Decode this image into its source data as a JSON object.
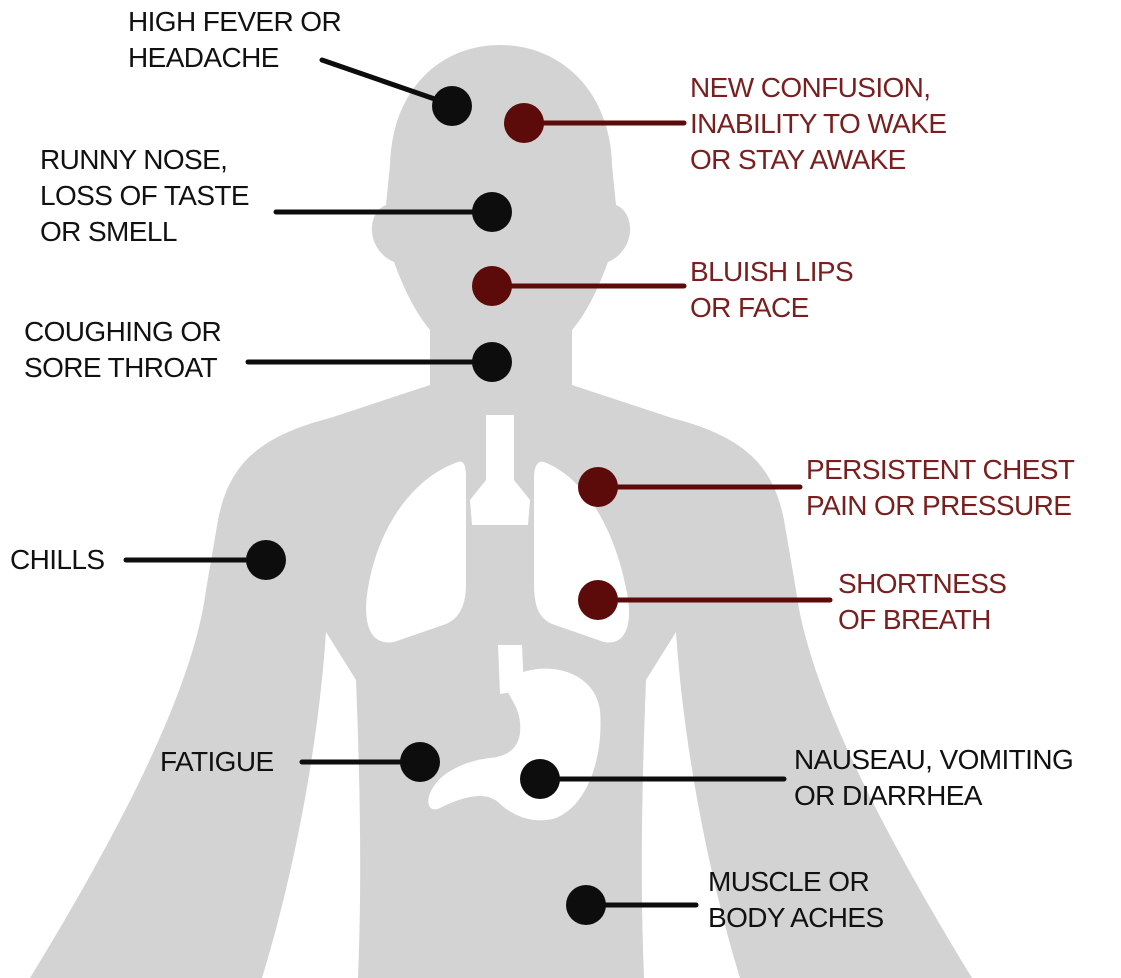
{
  "colors": {
    "body": "#d3d3d3",
    "organs": "#ffffff",
    "normal_marker": "#0d0d0d",
    "urgent_marker": "#5c0a0a",
    "urgent_text": "#7a1f1f",
    "normal_text": "#111111"
  },
  "symptoms": {
    "fever": {
      "lines": [
        "HIGH FEVER OR",
        "HEADACHE"
      ],
      "severity": "normal"
    },
    "confusion": {
      "lines": [
        "NEW CONFUSION,",
        "INABILITY TO WAKE",
        "OR STAY AWAKE"
      ],
      "severity": "urgent"
    },
    "nose": {
      "lines": [
        "RUNNY NOSE,",
        "LOSS OF TASTE",
        "OR SMELL"
      ],
      "severity": "normal"
    },
    "lips": {
      "lines": [
        "BLUISH LIPS",
        "OR FACE"
      ],
      "severity": "urgent"
    },
    "cough": {
      "lines": [
        "COUGHING OR",
        "SORE THROAT"
      ],
      "severity": "normal"
    },
    "chest": {
      "lines": [
        "PERSISTENT CHEST",
        "PAIN OR PRESSURE"
      ],
      "severity": "urgent"
    },
    "chills": {
      "lines": [
        "CHILLS"
      ],
      "severity": "normal"
    },
    "breath": {
      "lines": [
        "SHORTNESS",
        "OF BREATH"
      ],
      "severity": "urgent"
    },
    "fatigue": {
      "lines": [
        "FATIGUE"
      ],
      "severity": "normal"
    },
    "nausea": {
      "lines": [
        "NAUSEAU, VOMITING",
        "OR DIARRHEA"
      ],
      "severity": "normal"
    },
    "muscle": {
      "lines": [
        "MUSCLE OR",
        "BODY ACHES"
      ],
      "severity": "normal"
    }
  }
}
